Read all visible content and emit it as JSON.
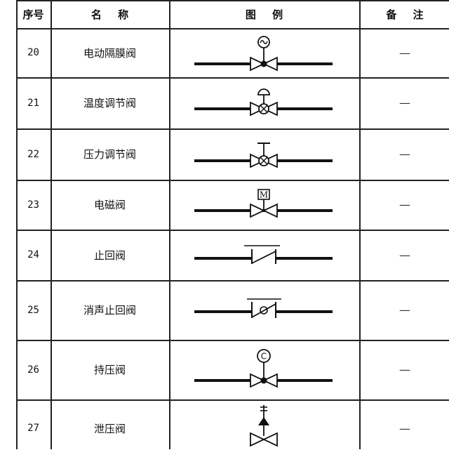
{
  "header": {
    "col_no": "序号",
    "col_name": "名 称",
    "col_symbol": "图 例",
    "col_remark": "备 注"
  },
  "rows": [
    {
      "no": "20",
      "name": "电动隔膜阀",
      "symbol": "motor-diaphragm-valve-icon",
      "remark": "—"
    },
    {
      "no": "21",
      "name": "温度调节阀",
      "symbol": "temperature-control-valve-icon",
      "remark": "—"
    },
    {
      "no": "22",
      "name": "压力调节阀",
      "symbol": "pressure-control-valve-icon",
      "remark": "—"
    },
    {
      "no": "23",
      "name": "电磁阀",
      "symbol": "solenoid-valve-icon",
      "remark": "—"
    },
    {
      "no": "24",
      "name": "止回阀",
      "symbol": "check-valve-icon",
      "remark": "—"
    },
    {
      "no": "25",
      "name": "消声止回阀",
      "symbol": "silencing-check-valve-icon",
      "remark": "—"
    },
    {
      "no": "26",
      "name": "持压阀",
      "symbol": "pressure-sustaining-valve-icon",
      "remark": "—"
    },
    {
      "no": "27",
      "name": "泄压阀",
      "symbol": "pressure-relief-valve-icon",
      "remark": "—"
    }
  ],
  "symbol_letters": {
    "solenoid": "M",
    "sustaining": "C"
  }
}
